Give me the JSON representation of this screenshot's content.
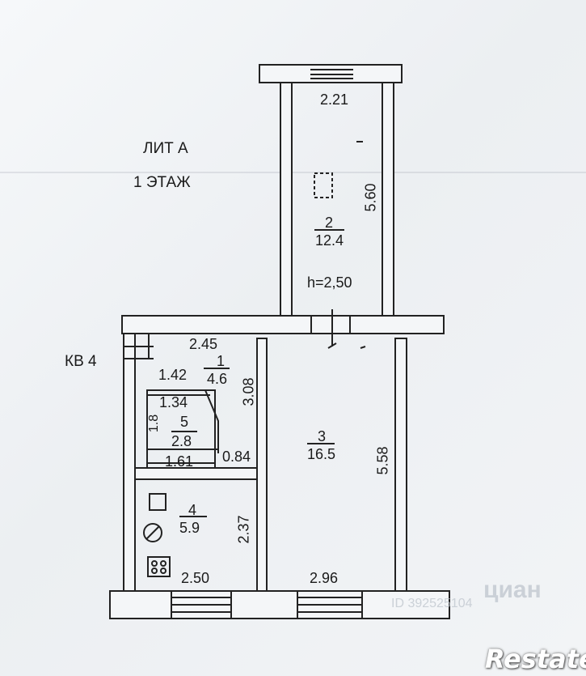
{
  "header": {
    "lit": "ЛИТ А",
    "floor": "1 ЭТАЖ"
  },
  "apartment": "КВ 4",
  "rooms": [
    {
      "num": "2",
      "area": "12.4",
      "height": "h=2,50",
      "w": "2.21",
      "l": "5.60"
    },
    {
      "num": "1",
      "area": "4.6",
      "w": "2.45",
      "w2": "1.42",
      "l": "3.08"
    },
    {
      "num": "5",
      "area": "2.8",
      "w": "1.34",
      "w2": "1.61",
      "l": "1.8",
      "l2": "0.84"
    },
    {
      "num": "3",
      "area": "16.5",
      "w": "2.96",
      "l": "5.58"
    },
    {
      "num": "4",
      "area": "5.9",
      "w": "2.50",
      "l": "2.37"
    }
  ],
  "watermark": {
    "brand": "циан",
    "id": "ID 392525104"
  },
  "logo": "Restate"
}
